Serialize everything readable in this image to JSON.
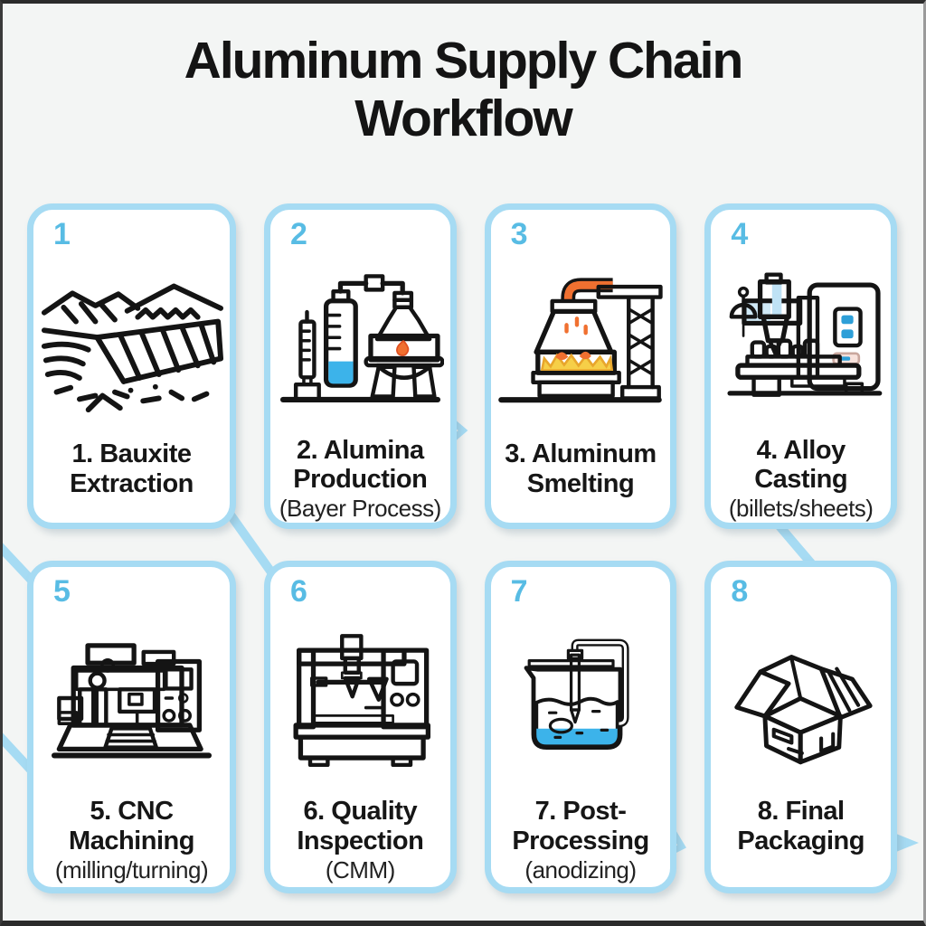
{
  "header": {
    "title_line1": "Aluminum Supply Chain",
    "title_line2": "Workflow"
  },
  "cards": [
    {
      "number": "1",
      "title": "1. Bauxite Extraction",
      "subtitle": "",
      "icon": "open-pit-mine-icon"
    },
    {
      "number": "2",
      "title": "2. Alumina Production",
      "subtitle": "(Bayer Process)",
      "icon": "refinery-flask-icon"
    },
    {
      "number": "3",
      "title": "3. Aluminum Smelting",
      "subtitle": "",
      "icon": "smelting-furnace-icon"
    },
    {
      "number": "4",
      "title": "4. Alloy Casting",
      "subtitle": "(billets/sheets)",
      "icon": "casting-machine-icon"
    },
    {
      "number": "5",
      "title": "5. CNC Machining",
      "subtitle": "(milling/turning)",
      "icon": "cnc-machine-icon"
    },
    {
      "number": "6",
      "title": "6. Quality Inspection",
      "subtitle": "(CMM)",
      "icon": "cmm-machine-icon"
    },
    {
      "number": "7",
      "title": "7. Post-Processing",
      "subtitle": "(anodizing)",
      "icon": "anodizing-beaker-icon"
    },
    {
      "number": "8",
      "title": "8. Final Packaging",
      "subtitle": "",
      "icon": "packaging-box-icon"
    }
  ],
  "colors": {
    "card_border": "#a6dbf3",
    "step_number": "#58bce4",
    "background": "#f3f5f4",
    "text": "#141414",
    "machine_blue": "#3cb3ea",
    "light_blue": "#cfe9f7",
    "flame_orange": "#f07030",
    "alert_red": "#c42222",
    "amber": "#f0a43c",
    "base_gray": "#5b6570"
  }
}
